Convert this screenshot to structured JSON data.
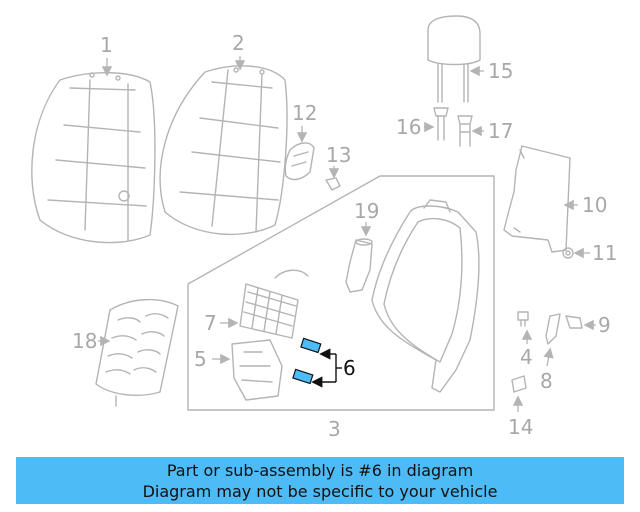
{
  "diagram": {
    "highlight_color": "#4dbbf5",
    "highlighted_part": "6",
    "callouts": {
      "c1": "1",
      "c2": "2",
      "c3": "3",
      "c4": "4",
      "c5": "5",
      "c6": "6",
      "c7": "7",
      "c8": "8",
      "c9": "9",
      "c10": "10",
      "c11": "11",
      "c12": "12",
      "c13": "13",
      "c14": "14",
      "c15": "15",
      "c16": "16",
      "c17": "17",
      "c18": "18",
      "c19": "19"
    }
  },
  "banner": {
    "line1": "Part or sub-assembly is #6 in diagram",
    "line2": "Diagram may not be specific to your vehicle"
  }
}
